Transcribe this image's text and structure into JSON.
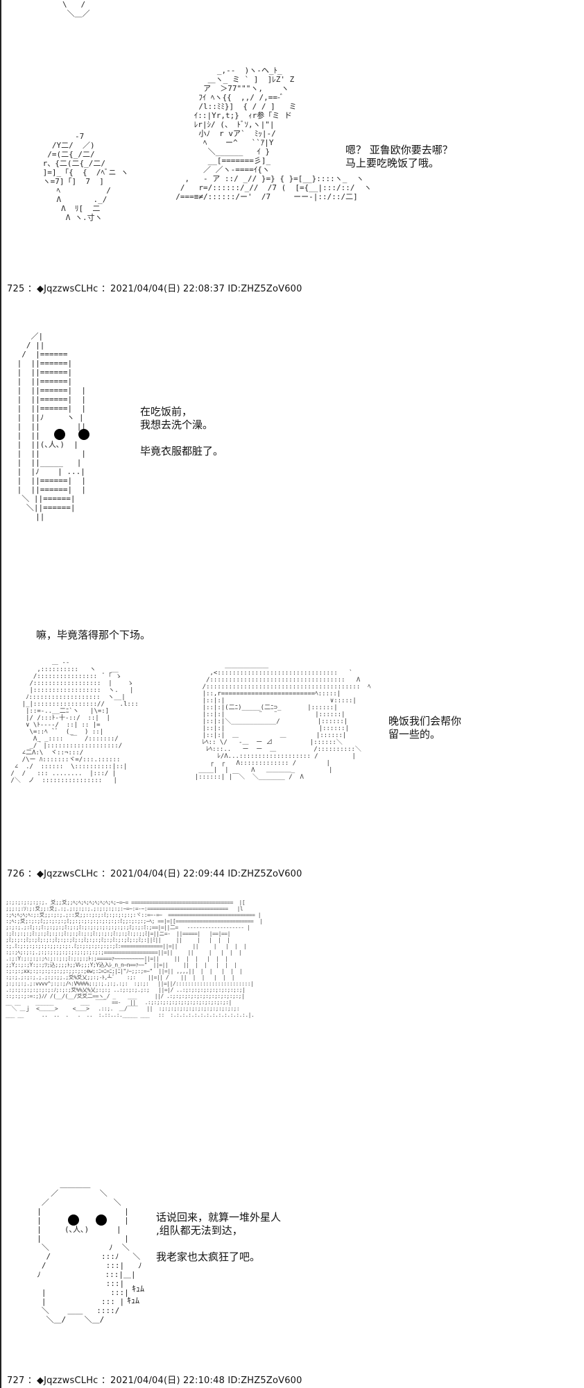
{
  "posts": [
    {
      "number": "725",
      "header": "725 ：◆JqzzwsCLHc ：2021/04/04(日) 22:08:37 ID:ZHZ5ZoV600"
    },
    {
      "number": "726",
      "header": "726 ：◆JqzzwsCLHc ：2021/04/04(日) 22:09:44 ID:ZHZ5ZoV600"
    },
    {
      "number": "727",
      "header": "727 ：◆JqzzwsCLHc ：2021/04/04(日) 22:10:48 ID:ZHZ5ZoV600"
    }
  ],
  "dialogue": {
    "scene1": [
      "嗯？ 亚鲁欧你要去哪？",
      "马上要吃晚饭了哦。"
    ],
    "scene2": [
      "在吃饭前，",
      "我想去洗个澡。",
      "",
      "毕竟衣服都脏了。"
    ],
    "scene3_top": "嘛，毕竟落得那个下场。",
    "scene3_right": [
      "晚饭我们会帮你",
      "留一些的。"
    ],
    "scene4": [
      "话说回来，就算一堆外星人",
      ",组队都无法到达，",
      "",
      "我老家也太疯狂了吧。"
    ],
    "sfx": [
      "ｷｭﾑ",
      "ｷｭﾑ"
    ]
  }
}
